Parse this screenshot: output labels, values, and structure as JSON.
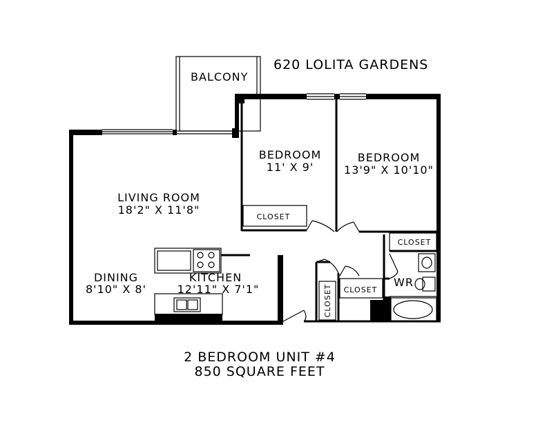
{
  "title": "620 LOLITA GARDENS",
  "rooms": {
    "balcony": {
      "name": "BALCONY"
    },
    "living": {
      "name": "LIVING ROOM",
      "size": "18'2\" X 11'8\""
    },
    "bedroom1": {
      "name": "BEDROOM",
      "size": "11' X 9'"
    },
    "bedroom2": {
      "name": "BEDROOM",
      "size": "13'9\" X 10'10\""
    },
    "dining": {
      "name": "DINING",
      "size": "8'10\" X 8'"
    },
    "kitchen": {
      "name": "KITCHEN",
      "size": "12'11\" X 7'1\""
    },
    "closet_bed1": "CLOSET",
    "closet_bed2": "CLOSET",
    "closet_hall": "CLOSET",
    "closet_vertical": "CLOSET",
    "wr": "WR"
  },
  "footer": {
    "unit": "2 BEDROOM UNIT #4",
    "area": "850 SQUARE FEET"
  }
}
